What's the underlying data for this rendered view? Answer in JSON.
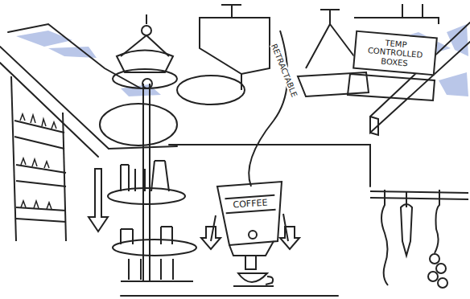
{
  "diagram": {
    "nodes": [
      {
        "text": [
          "TEMP CONTROLLED BOXES"
        ]
      },
      {
        "text": [
          "COFFEE"
        ]
      }
    ],
    "labels": [
      "RETRACTABLE"
    ]
  }
}
